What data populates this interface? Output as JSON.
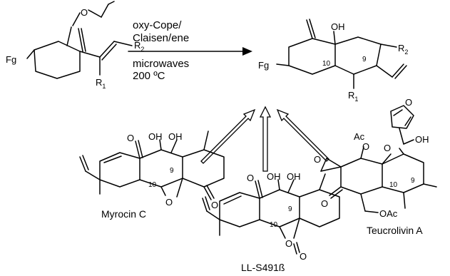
{
  "reaction": {
    "conditions_top": [
      "oxy-Cope/",
      "Claisen/ene"
    ],
    "conditions_bottom": [
      "microwaves",
      "200 ºC"
    ]
  },
  "reactant": {
    "fg_label": "Fg",
    "oxygen_label": "O",
    "r1_label": "R",
    "r1_sub": "1",
    "r2_label": "R",
    "r2_sub": "2"
  },
  "product": {
    "fg_label": "Fg",
    "oh_label": "OH",
    "pos10": "10",
    "pos9": "9",
    "r1_label": "R",
    "r1_sub": "1",
    "r2_label": "R",
    "r2_sub": "2"
  },
  "targets": [
    {
      "name": "Myrocin C",
      "atoms": {
        "o_carbonyl": "O",
        "oh1": "OH",
        "oh2": "OH",
        "o_ring": "O",
        "o_ketone": "O"
      },
      "pos10": "10",
      "pos9": "9"
    },
    {
      "name": "LL-S491ß",
      "atoms": {
        "o_carbonyl": "O",
        "oh1": "OH",
        "oh2": "OH",
        "o_lactone": "O",
        "o_exo": "O"
      },
      "pos10": "10",
      "pos9": "9"
    },
    {
      "name": "Teucrolivin A",
      "atoms": {
        "o_furan": "O",
        "oh": "OH",
        "ac": "Ac",
        "o_ac": "O",
        "o_ring": "O",
        "o_epox": "O",
        "o_ketone": "O",
        "oac": "OAc"
      },
      "pos10": "10",
      "pos9": "9"
    }
  ]
}
